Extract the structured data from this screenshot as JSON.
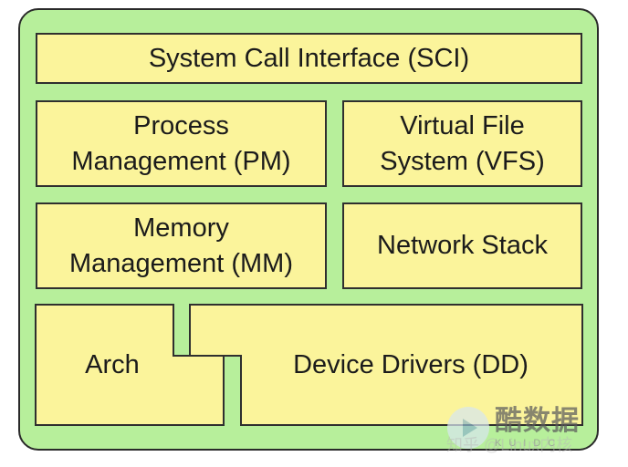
{
  "colors": {
    "outer_fill": "#b7ef9b",
    "block_fill": "#fbf49b",
    "stroke": "#2f2f2f",
    "text": "#1b1b1b"
  },
  "blocks": {
    "sci": "System Call Interface (SCI)",
    "pm": "Process\nManagement (PM)",
    "vfs": "Virtual File\nSystem (VFS)",
    "mm": "Memory\nManagement (MM)",
    "ns": "Network Stack",
    "arch": "Arch",
    "dd": "Device Drivers (DD)"
  },
  "watermark": {
    "brand": "酷数据",
    "sub": "KUIDC",
    "faint": "知乎 @Linux内核"
  }
}
